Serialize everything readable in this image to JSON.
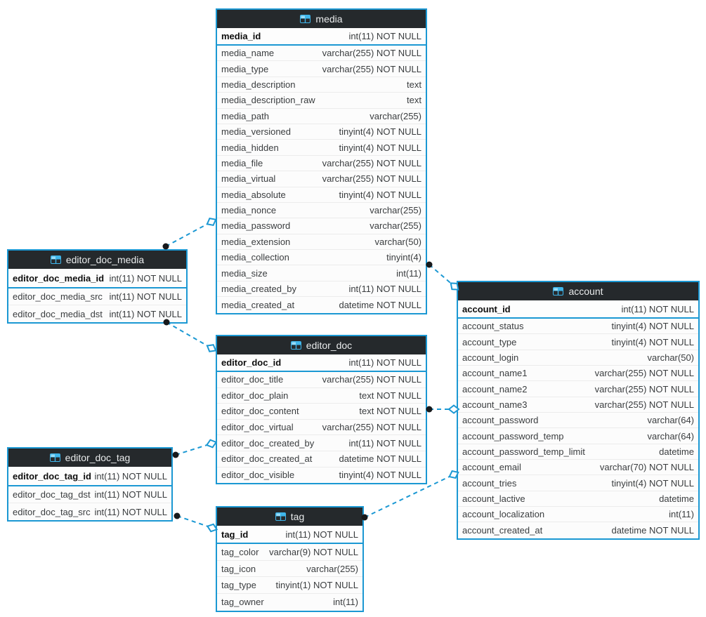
{
  "colors": {
    "accent_blue": "#1b98d3",
    "header_bg": "#25292c",
    "header_text": "#e9ebec",
    "row_text": "#3a3d3f",
    "row_bg": "#fbfbfb",
    "connector_dot": "#17191b"
  },
  "tables": {
    "media": {
      "title": "media",
      "pk": {
        "name": "media_id",
        "type": "int(11) NOT NULL"
      },
      "fields": [
        {
          "name": "media_name",
          "type": "varchar(255) NOT NULL"
        },
        {
          "name": "media_type",
          "type": "varchar(255) NOT NULL"
        },
        {
          "name": "media_description",
          "type": "text"
        },
        {
          "name": "media_description_raw",
          "type": "text"
        },
        {
          "name": "media_path",
          "type": "varchar(255)"
        },
        {
          "name": "media_versioned",
          "type": "tinyint(4) NOT NULL"
        },
        {
          "name": "media_hidden",
          "type": "tinyint(4) NOT NULL"
        },
        {
          "name": "media_file",
          "type": "varchar(255) NOT NULL"
        },
        {
          "name": "media_virtual",
          "type": "varchar(255) NOT NULL"
        },
        {
          "name": "media_absolute",
          "type": "tinyint(4) NOT NULL"
        },
        {
          "name": "media_nonce",
          "type": "varchar(255)"
        },
        {
          "name": "media_password",
          "type": "varchar(255)"
        },
        {
          "name": "media_extension",
          "type": "varchar(50)"
        },
        {
          "name": "media_collection",
          "type": "tinyint(4)"
        },
        {
          "name": "media_size",
          "type": "int(11)"
        },
        {
          "name": "media_created_by",
          "type": "int(11) NOT NULL"
        },
        {
          "name": "media_created_at",
          "type": "datetime NOT NULL"
        }
      ]
    },
    "editor_doc_media": {
      "title": "editor_doc_media",
      "pk": {
        "name": "editor_doc_media_id",
        "type": "int(11) NOT NULL"
      },
      "fields": [
        {
          "name": "editor_doc_media_src",
          "type": "int(11) NOT NULL"
        },
        {
          "name": "editor_doc_media_dst",
          "type": "int(11) NOT NULL"
        }
      ]
    },
    "editor_doc": {
      "title": "editor_doc",
      "pk": {
        "name": "editor_doc_id",
        "type": "int(11) NOT NULL"
      },
      "fields": [
        {
          "name": "editor_doc_title",
          "type": "varchar(255) NOT NULL"
        },
        {
          "name": "editor_doc_plain",
          "type": "text NOT NULL"
        },
        {
          "name": "editor_doc_content",
          "type": "text NOT NULL"
        },
        {
          "name": "editor_doc_virtual",
          "type": "varchar(255) NOT NULL"
        },
        {
          "name": "editor_doc_created_by",
          "type": "int(11) NOT NULL"
        },
        {
          "name": "editor_doc_created_at",
          "type": "datetime NOT NULL"
        },
        {
          "name": "editor_doc_visible",
          "type": "tinyint(4) NOT NULL"
        }
      ]
    },
    "editor_doc_tag": {
      "title": "editor_doc_tag",
      "pk": {
        "name": "editor_doc_tag_id",
        "type": "int(11) NOT NULL"
      },
      "fields": [
        {
          "name": "editor_doc_tag_dst",
          "type": "int(11) NOT NULL"
        },
        {
          "name": "editor_doc_tag_src",
          "type": "int(11) NOT NULL"
        }
      ]
    },
    "tag": {
      "title": "tag",
      "pk": {
        "name": "tag_id",
        "type": "int(11) NOT NULL"
      },
      "fields": [
        {
          "name": "tag_color",
          "type": "varchar(9) NOT NULL"
        },
        {
          "name": "tag_icon",
          "type": "varchar(255)"
        },
        {
          "name": "tag_type",
          "type": "tinyint(1) NOT NULL"
        },
        {
          "name": "tag_owner",
          "type": "int(11)"
        }
      ]
    },
    "account": {
      "title": "account",
      "pk": {
        "name": "account_id",
        "type": "int(11) NOT NULL"
      },
      "fields": [
        {
          "name": "account_status",
          "type": "tinyint(4) NOT NULL"
        },
        {
          "name": "account_type",
          "type": "tinyint(4) NOT NULL"
        },
        {
          "name": "account_login",
          "type": "varchar(50)"
        },
        {
          "name": "account_name1",
          "type": "varchar(255) NOT NULL"
        },
        {
          "name": "account_name2",
          "type": "varchar(255) NOT NULL"
        },
        {
          "name": "account_name3",
          "type": "varchar(255) NOT NULL"
        },
        {
          "name": "account_password",
          "type": "varchar(64)"
        },
        {
          "name": "account_password_temp",
          "type": "varchar(64)"
        },
        {
          "name": "account_password_temp_limit",
          "type": "datetime"
        },
        {
          "name": "account_email",
          "type": "varchar(70) NOT NULL"
        },
        {
          "name": "account_tries",
          "type": "tinyint(4) NOT NULL"
        },
        {
          "name": "account_lactive",
          "type": "datetime"
        },
        {
          "name": "account_localization",
          "type": "int(11)"
        },
        {
          "name": "account_created_at",
          "type": "datetime NOT NULL"
        }
      ]
    }
  },
  "relationships": [
    {
      "from": "editor_doc_media",
      "to": "media"
    },
    {
      "from": "editor_doc_media",
      "to": "editor_doc"
    },
    {
      "from": "editor_doc_tag",
      "to": "editor_doc"
    },
    {
      "from": "editor_doc_tag",
      "to": "tag"
    },
    {
      "from": "media",
      "to": "account"
    },
    {
      "from": "editor_doc",
      "to": "account"
    },
    {
      "from": "tag",
      "to": "account"
    }
  ]
}
